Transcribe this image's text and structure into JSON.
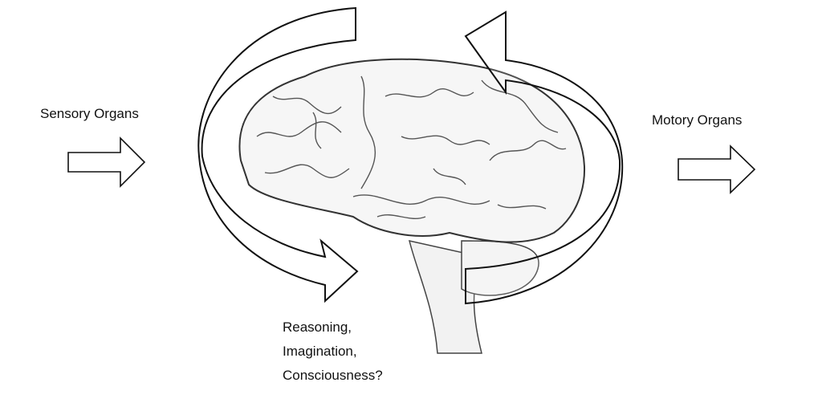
{
  "labels": {
    "input": "Sensory Organs",
    "output": "Motory Organs",
    "center_lines": [
      "Reasoning,",
      "Imagination,",
      "Consciousness?"
    ]
  },
  "colors": {
    "stroke": "#111111",
    "brain_fill": "#f6f6f6",
    "brain_lines": "#555555"
  }
}
